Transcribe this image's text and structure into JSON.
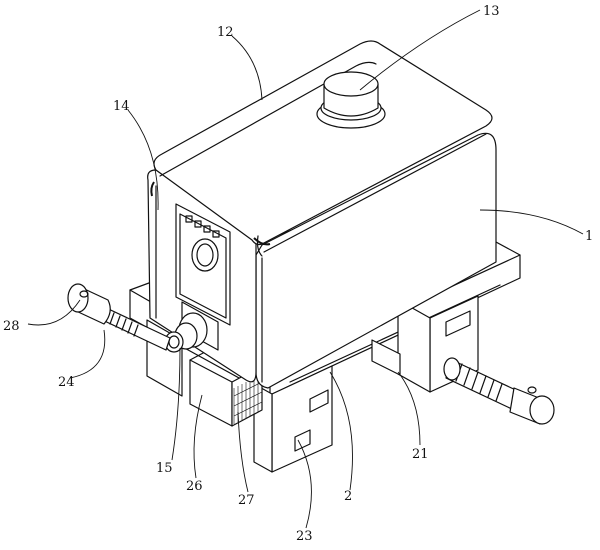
{
  "callouts": [
    {
      "id": "1",
      "label": "1"
    },
    {
      "id": "2",
      "label": "2"
    },
    {
      "id": "12",
      "label": "12"
    },
    {
      "id": "13",
      "label": "13"
    },
    {
      "id": "14",
      "label": "14"
    },
    {
      "id": "15",
      "label": "15"
    },
    {
      "id": "21",
      "label": "21"
    },
    {
      "id": "23",
      "label": "23"
    },
    {
      "id": "24",
      "label": "24"
    },
    {
      "id": "26",
      "label": "26"
    },
    {
      "id": "27",
      "label": "27"
    },
    {
      "id": "28",
      "label": "28"
    }
  ]
}
